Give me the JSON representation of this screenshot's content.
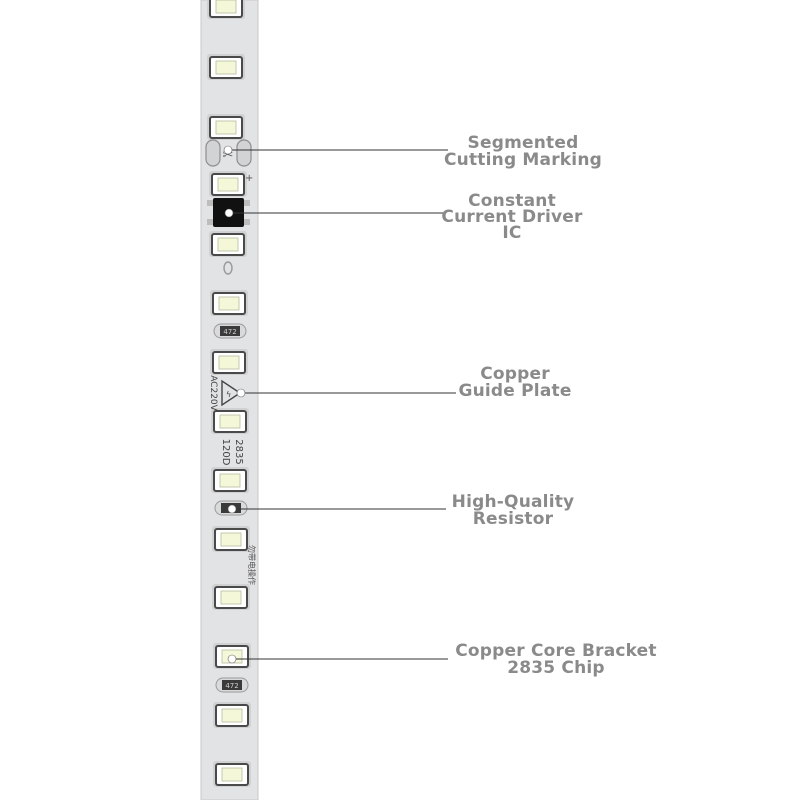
{
  "strip": {
    "voltage_marking": "AC220V",
    "chip_marking": "2835",
    "density_marking": "120D",
    "warning_marking": "勿带电操作",
    "resistor_code": "472",
    "plus_sign": "+",
    "colors": {
      "board": "#e2e3e4",
      "board_edge": "#c9cacb",
      "pad": "#cfd1d2",
      "led_frame": "#4a4a4a",
      "led_face": "#f4f7d8",
      "ic_body": "#111111",
      "resistor_body": "#3a3a3a",
      "callout_line": "#333333",
      "label_text": "#8a8a8a"
    }
  },
  "callouts": [
    {
      "id": "cutting-marking",
      "lines": [
        "Segmented",
        "Cutting Marking"
      ]
    },
    {
      "id": "driver-ic",
      "lines": [
        "Constant",
        "Current Driver",
        "IC"
      ]
    },
    {
      "id": "copper-plate",
      "lines": [
        "Copper",
        "Guide Plate"
      ]
    },
    {
      "id": "resistor",
      "lines": [
        "High-Quality",
        "Resistor"
      ]
    },
    {
      "id": "led-chip",
      "lines": [
        "Copper Core Bracket",
        "2835 Chip"
      ]
    }
  ]
}
